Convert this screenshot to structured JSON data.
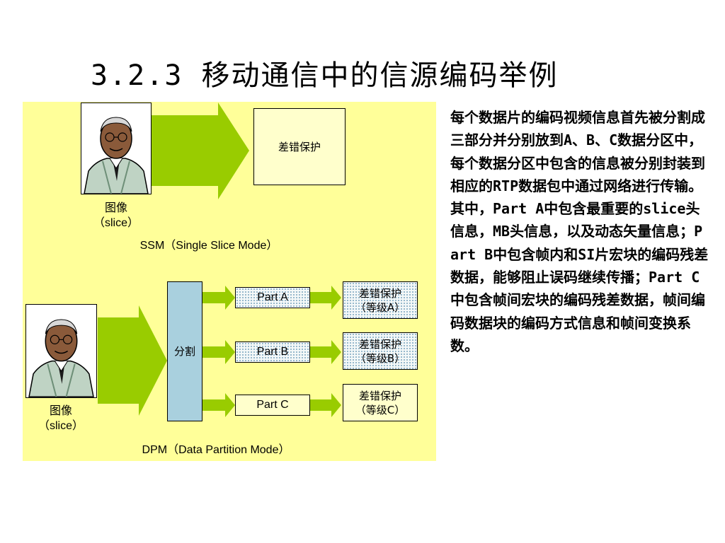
{
  "slide": {
    "title": "3.2.3 移动通信中的信源编码举例",
    "body_text": "每个数据片的编码视频信息首先被分割成三部分并分别放到A、B、C数据分区中，每个数据分区中包含的信息被分别封装到相应的RTP数据包中通过网络进行传输。其中，Part A中包含最重要的slice头信息，MB头信息，以及动态矢量信息；Part B中包含帧内和SI片宏块的编码残差数据，能够阻止误码继续传播；Part C中包含帧间宏块的编码残差数据，帧间编码数据块的编码方式信息和帧间变换系数。"
  },
  "diagram": {
    "ssm": {
      "image_label_line1": "图像",
      "image_label_line2": "（slice）",
      "protect_label": "差错保护",
      "mode_label": "SSM（Single Slice Mode）"
    },
    "dpm": {
      "image_label_line1": "图像",
      "image_label_line2": "（slice）",
      "split_label": "分割",
      "parts": [
        "Part A",
        "Part B",
        "Part C"
      ],
      "protect": [
        {
          "line1": "差错保护",
          "line2": "（等级A）"
        },
        {
          "line1": "差错保护",
          "line2": "（等级B）"
        },
        {
          "line1": "差错保护",
          "line2": "（等级C）"
        }
      ],
      "mode_label": "DPM（Data Partition Mode）"
    },
    "colors": {
      "panel": "#ffff99",
      "arrow": "#99cc00",
      "split_box": "#a9d0de"
    }
  }
}
